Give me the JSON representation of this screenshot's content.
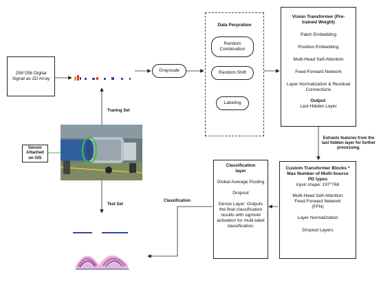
{
  "input_box": {
    "text": "256*256 Digital Signal as 2D Array"
  },
  "grayscale": {
    "text": "Grayscale"
  },
  "data_prep": {
    "title": "Data Perpration",
    "items": [
      "Random Combination",
      "Random Shift",
      "Labeling"
    ]
  },
  "vit": {
    "title": "Vision Transformer (Pre-trained Weight)",
    "items": [
      "Patch Embedding",
      "Position Embedding",
      "Multi-Head Self-Attention",
      "Feed-Forward Network",
      "Layer Normalization & Residual Connections"
    ],
    "output_label": "Output",
    "output_value": "Last Hidden Layer"
  },
  "extract_note": "Extracts features from the last hidden layer for further processing.",
  "custom": {
    "title": "Custom Transformer Blocks * Max Number of Multi-Source PD types",
    "input_shape": "input shape: 197*768",
    "items": [
      "Multi-Head Self-Attention",
      "Feed-Forward Network (FFN)",
      "Layer Normalization",
      "Dropout Layers"
    ]
  },
  "classif": {
    "title": "Classification layer",
    "items": [
      "Global Average Pooling",
      "Dropout",
      "Dense Layer: Outputs the final classification results with sigmoid activation for multi-label classification."
    ]
  },
  "labels": {
    "training_set": "Traning Set",
    "test_set": "Test Set",
    "classification": "Classification",
    "sensor": "Sensor Attached on GIS"
  },
  "colors": {
    "line": "#222222",
    "dashed_border": "#444444",
    "sensor_ring": "#3fbf3f",
    "gis_blue": "#2f5f9f",
    "pd_pink": "#d06fb0",
    "pd_blue": "#3344aa"
  }
}
